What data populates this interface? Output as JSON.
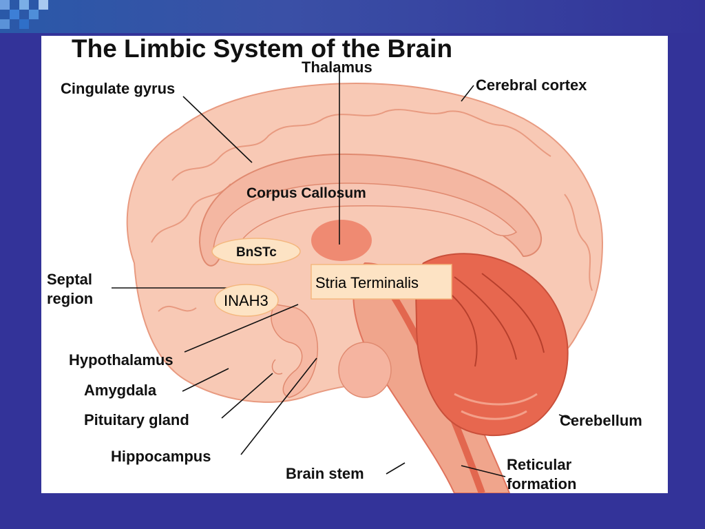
{
  "slide": {
    "title": "The Limbic System of the Brain",
    "colors": {
      "background": "#333399",
      "panel": "#ffffff",
      "brain_light": "#f8c9b5",
      "brain_mid": "#f0a58c",
      "brain_dark": "#e2674f",
      "oval_fill": "#fde3c4",
      "box_fill": "#fde3c4"
    }
  },
  "labels": {
    "thalamus": "Thalamus",
    "cingulate_gyrus": "Cingulate gyrus",
    "cerebral_cortex": "Cerebral cortex",
    "corpus_callosum": "Corpus Callosum",
    "bnstc": "BnSTc",
    "stria_terminalis": "Stria Terminalis",
    "septal_region_line1": "Septal",
    "septal_region_line2": "region",
    "inah3": "INAH3",
    "hypothalamus": "Hypothalamus",
    "amygdala": "Amygdala",
    "pituitary_gland": "Pituitary gland",
    "hippocampus": "Hippocampus",
    "brain_stem": "Brain stem",
    "cerebellum": "Cerebellum",
    "reticular_formation_line1": "Reticular",
    "reticular_formation_line2": "formation"
  }
}
